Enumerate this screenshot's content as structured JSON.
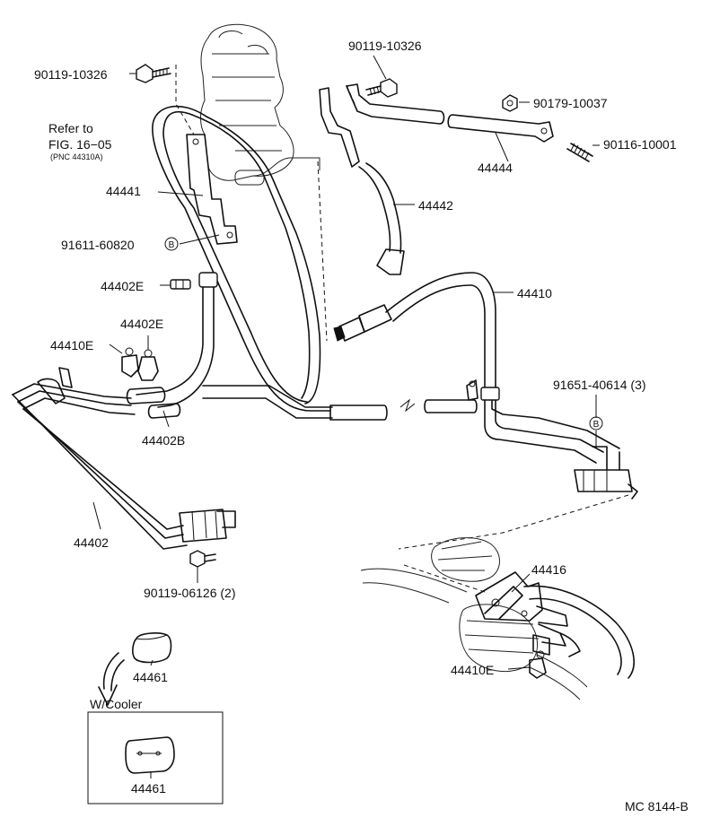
{
  "diagram": {
    "drawing_code": "MC 8144-B",
    "reference_note": {
      "line1": "Refer to",
      "line2": "FIG. 16−05",
      "line3": "(PNC 44310A)"
    },
    "cooler_box_title": "W/Cooler",
    "callouts": {
      "bolt_top_left": "90119-10326",
      "bolt_top_center": "90119-10326",
      "nut_top_right": "90179-10037",
      "bolt_right": "90116-10001",
      "bracket_right": "44444",
      "hose_44441": "44441",
      "hose_44442": "44442",
      "bolt_b_left": "91611-60820",
      "union_bolt": "44402E",
      "clamp_44402e": "44402E",
      "clamp_44410e_left": "44410E",
      "pressure_hose": "44410",
      "bolt_b_right": "91651-40614 (3)",
      "return_hose": "44402B",
      "return_tube": "44402",
      "bolt_bottom": "90119-06126 (2)",
      "gear_assembly": "44416",
      "clamp_44410e_bottom": "44410E",
      "cap_top": "44461",
      "cap_box": "44461"
    },
    "circle_markers": {
      "left": "B",
      "right": "B"
    }
  }
}
